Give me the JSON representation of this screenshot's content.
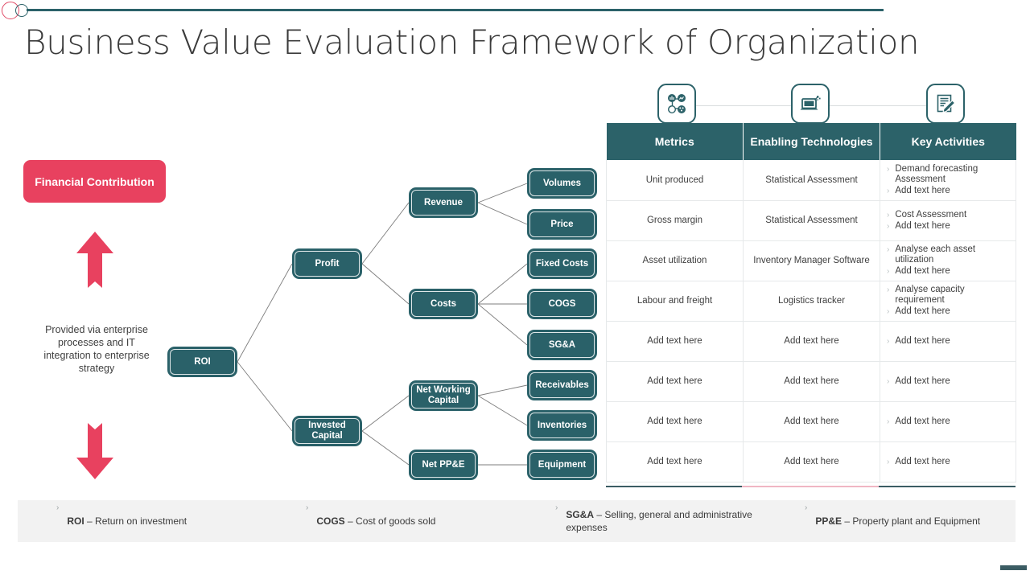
{
  "title": "Business Value Evaluation Framework of Organization",
  "colors": {
    "teal": "#2c6269",
    "pink": "#e8415f",
    "node_fill": "#2a6169",
    "footer_bg": "#f2f2f2",
    "table_border": "#e6e9ea"
  },
  "left_panel": {
    "financial_box": "Financial Contribution",
    "note": "Provided via enterprise processes and IT integration to enterprise strategy",
    "arrow_up": "up-arrow",
    "arrow_down": "down-arrow"
  },
  "tree": {
    "root": "ROI",
    "level2": [
      "Profit",
      "Invested Capital"
    ],
    "level3": [
      "Revenue",
      "Costs",
      "Net Working Capital",
      "Net PP&E"
    ],
    "level4": [
      "Volumes",
      "Price",
      "Fixed Costs",
      "COGS",
      "SG&A",
      "Receivables",
      "Inventories",
      "Equipment"
    ]
  },
  "icons": [
    {
      "name": "metrics-network-icon",
      "glyph": "network"
    },
    {
      "name": "enabling-technology-laptop-icon",
      "glyph": "laptop"
    },
    {
      "name": "key-activities-document-pen-icon",
      "glyph": "document-pen"
    }
  ],
  "table": {
    "headers": [
      "Metrics",
      "Enabling Technologies",
      "Key Activities"
    ],
    "rows": [
      {
        "metric": "Unit produced",
        "technology": "Statistical Assessment",
        "activities": [
          "Demand forecasting Assessment",
          "Add text here"
        ]
      },
      {
        "metric": "Gross margin",
        "technology": "Statistical Assessment",
        "activities": [
          "Cost Assessment",
          "Add text here"
        ]
      },
      {
        "metric": "Asset utilization",
        "technology": "Inventory Manager Software",
        "activities": [
          "Analyse each asset utilization",
          "Add text here"
        ]
      },
      {
        "metric": "Labour and freight",
        "technology": "Logistics tracker",
        "activities": [
          "Analyse capacity requirement",
          "Add text here"
        ]
      },
      {
        "metric": "Add text here",
        "technology": "Add text here",
        "activities": [
          "Add text here"
        ]
      },
      {
        "metric": "Add text here",
        "technology": "Add text here",
        "activities": [
          "Add text here"
        ]
      },
      {
        "metric": "Add text here",
        "technology": "Add text here",
        "activities": [
          "Add text here"
        ]
      },
      {
        "metric": "Add text here",
        "technology": "Add text here",
        "activities": [
          "Add text here"
        ]
      }
    ]
  },
  "legend": [
    {
      "term": "ROI",
      "def": "– Return on investment"
    },
    {
      "term": "COGS",
      "def": "– Cost of goods sold"
    },
    {
      "term": "SG&A",
      "def": "– Selling, general and administrative expenses"
    },
    {
      "term": "PP&E",
      "def": "– Property plant and Equipment"
    }
  ]
}
